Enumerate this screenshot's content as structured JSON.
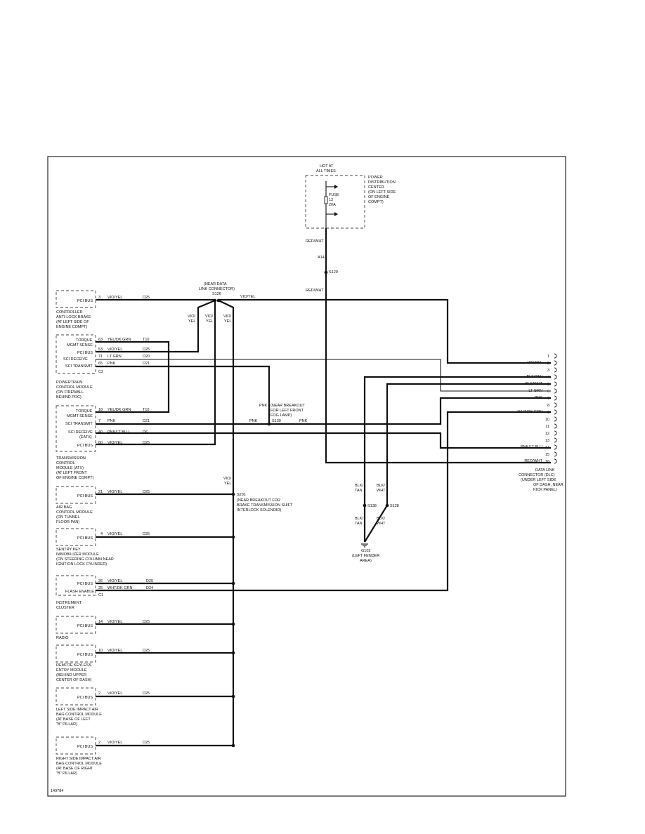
{
  "diagram_id": "149784",
  "power": {
    "hot_at": [
      "HOT AT",
      "ALL TIMES"
    ],
    "pdc_label": [
      "POWER",
      "DISTRIBUTION",
      "CENTER",
      "(ON LEFT SIDE",
      "OF ENGINE",
      "COMPT)"
    ],
    "fuse": [
      "FUSE",
      "13",
      "20A"
    ],
    "wire_color_1": "RED/WHT",
    "circuit_a14": "A14",
    "splice_s129": "S129",
    "wire_color_2": "RED/WHT"
  },
  "s126": {
    "label": [
      "(NEAR DATA",
      "LINK CONNECTOR)",
      "S126"
    ],
    "wire_right": "VIO/YEL",
    "drops": [
      [
        "VIO/",
        "YEL"
      ],
      [
        "VIO/",
        "YEL"
      ],
      [
        "VIO/",
        "YEL"
      ]
    ]
  },
  "modules": {
    "abs": {
      "pin_label": "PCI BUS",
      "pin": "3",
      "color": "VIO/YEL",
      "circuit": "D25",
      "label": [
        "CONTROLLER",
        "ANTI-LOCK BRAKE",
        "(AT LEFT SIDE OF",
        "ENGINE COMPT)"
      ]
    },
    "pcm": {
      "pins": [
        {
          "name": "TORQUE",
          "pin": "63",
          "color": "YEL/DK GRN",
          "circuit": "T10"
        },
        {
          "name": "MGMT SENSE",
          "pin": "",
          "color": "",
          "circuit": ""
        },
        {
          "name": "PCI BUS",
          "pin": "53",
          "color": "VIO/YEL",
          "circuit": "D25"
        },
        {
          "name": "SCI RECEIVE",
          "pin": "71",
          "color": "LT GRN",
          "circuit": "D20"
        },
        {
          "name": "SCI TRANSMIT",
          "pin": "65",
          "color": "PNK",
          "circuit": "D21"
        }
      ],
      "connector": "C2",
      "label": [
        "POWERTRAIN",
        "CONTROL MODULE",
        "(ON FIREWALL",
        "BEHIND PDC)"
      ]
    },
    "tcm": {
      "pins": [
        {
          "name": "TORQUE",
          "pin": "18",
          "color": "YEL/DK GRN",
          "circuit": "T10"
        },
        {
          "name": "MGMT SENSE",
          "pin": "",
          "color": "",
          "circuit": ""
        },
        {
          "name": "SCI TRANSMIT",
          "pin": "7",
          "color": "PNK",
          "circuit": "D21"
        },
        {
          "name": "SCI RECEIVE",
          "pin": "40",
          "color": "PNK/LT BLU",
          "circuit": "D6"
        },
        {
          "name": "(EATX)",
          "pin": "",
          "color": "",
          "circuit": ""
        },
        {
          "name": "PCI BUS",
          "pin": "60",
          "color": "VIO/YEL",
          "circuit": "D25"
        }
      ],
      "label": [
        "TRANSMISSION",
        "CONTROL",
        "MODULE (ATX)",
        "(AT LEFT FRONT",
        "OF ENGINE COMPT)"
      ]
    },
    "airbag": {
      "pin_label": "PCI BUS",
      "pin": "21",
      "color": "VIO/YEL",
      "circuit": "D25",
      "label": [
        "AIR BAG",
        "CONTROL MODULE",
        "(ON TUNNEL",
        "FLOOR PAN)"
      ]
    },
    "skim": {
      "pin_label": "PCI BUS",
      "pin": "4",
      "color": "VIO/YEL",
      "circuit": "D25",
      "label": [
        "SENTRY KEY",
        "IMMOBILIZER MODULE",
        "(ON STEERING COLUMN NEAR",
        "IGNITION LOCK CYLINDER)"
      ]
    },
    "cluster": {
      "pins": [
        {
          "name": "PCI BUS",
          "pin": "26",
          "color": "VIO/YEL",
          "circuit": "D25"
        },
        {
          "name": "FLASH ENABLE",
          "pin": "25",
          "color": "WHT/DK GRN",
          "circuit": "D24"
        }
      ],
      "connector": "C1",
      "label": [
        "INSTRUMENT",
        "CLUSTER"
      ]
    },
    "radio": {
      "pin_label": "PCI BUS",
      "pin": "14",
      "color": "VIO/YEL",
      "circuit": "D25",
      "label": [
        "RADIO"
      ]
    },
    "rke": {
      "pin_label": "PCI BUS",
      "pin": "10",
      "color": "VIO/YEL",
      "circuit": "D25",
      "label": [
        "REMOTE KEYLESS",
        "ENTRY MODULE",
        "(BEHIND UPPER",
        "CENTER OF DASH)"
      ]
    },
    "left_sab": {
      "pin_label": "PCI BUS",
      "pin": "2",
      "color": "VIO/YEL",
      "circuit": "D25",
      "label": [
        "LEFT SIDE IMPACT AIR",
        "BAG CONTROL MODULE",
        "(AT BASE OF LEFT",
        "\"B\" PILLAR)"
      ]
    },
    "right_sab": {
      "pin_label": "PCI BUS",
      "pin": "2",
      "color": "VIO/YEL",
      "circuit": "D25",
      "label": [
        "RIGHT SIDE IMPACT AIR",
        "BAG CONTROL MODULE",
        "(AT BASE OF RIGHT",
        "\"B\" PILLAR)"
      ]
    }
  },
  "s130": {
    "pnk_left": "PNK",
    "label": [
      "(NEAR BREAKOUT",
      "FOR LEFT FRONT",
      "FOG LAMP)"
    ],
    "pnk_mid": "PNK",
    "id": "S130",
    "pnk_right": "PNK"
  },
  "s201": {
    "wire": [
      "VIO/",
      "YEL"
    ],
    "id": "S201",
    "label": [
      "(NEAR BREAKOUT FOR",
      "BRAKE TRANSMISSION SHIFT",
      "INTERLOCK SOLENOID)"
    ]
  },
  "dlc": {
    "pins": [
      {
        "num": "1",
        "wire": ""
      },
      {
        "num": "2",
        "wire": "VIO/YEL"
      },
      {
        "num": "3",
        "wire": ""
      },
      {
        "num": "4",
        "wire": "BLK/TAN"
      },
      {
        "num": "5",
        "wire": "BLK/WHT"
      },
      {
        "num": "6",
        "wire": "LT GRN"
      },
      {
        "num": "7",
        "wire": "PNK"
      },
      {
        "num": "8",
        "wire": ""
      },
      {
        "num": "9",
        "wire": "WHT/DK GRN"
      },
      {
        "num": "10",
        "wire": ""
      },
      {
        "num": "11",
        "wire": ""
      },
      {
        "num": "12",
        "wire": ""
      },
      {
        "num": "13",
        "wire": ""
      },
      {
        "num": "14",
        "wire": "PNK/LT BLU"
      },
      {
        "num": "15",
        "wire": ""
      },
      {
        "num": "16",
        "wire": "RED/WHT"
      }
    ],
    "label": [
      "DATA LINK",
      "CONNECTOR (DLC)",
      "(UNDER LEFT SIDE",
      "OF DASH, NEAR",
      "KICK PANEL)"
    ]
  },
  "ground": {
    "upper_left": [
      "BLK/",
      "TAN"
    ],
    "upper_right": [
      "BLK/",
      "WHT"
    ],
    "s138": "S138",
    "s128": "S128",
    "lower_left": [
      "BLK/",
      "TAN"
    ],
    "lower_right": [
      "BLK/",
      "WHT"
    ],
    "id": "G102",
    "label": [
      "(LEFT FENDER",
      "AREA)"
    ]
  }
}
